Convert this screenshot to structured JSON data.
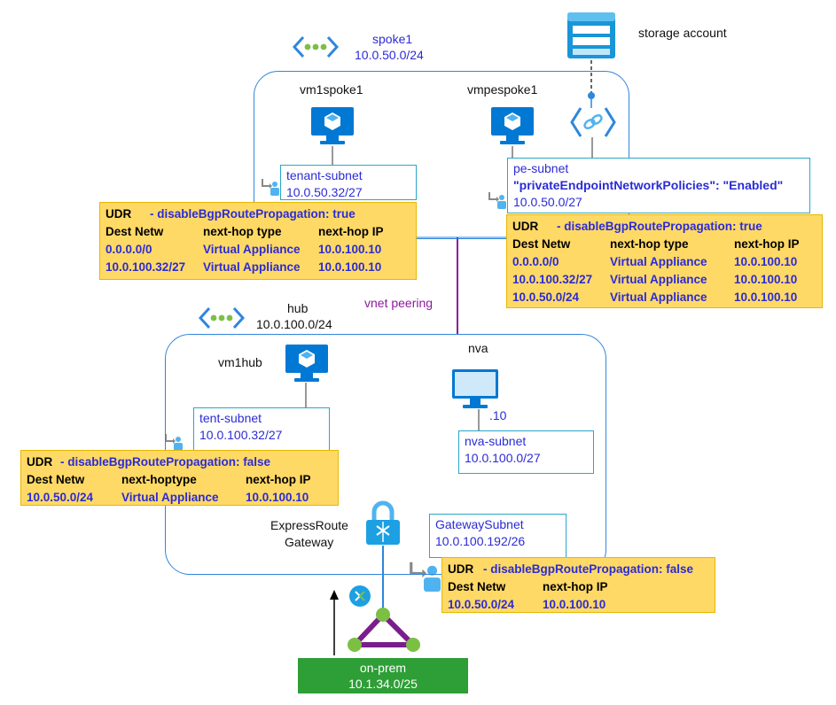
{
  "storage": {
    "label": "storage account"
  },
  "spoke1": {
    "name": "spoke1",
    "cidr": "10.0.50.0/24"
  },
  "hub": {
    "name": "hub",
    "cidr": "10.0.100.0/24"
  },
  "vms": {
    "vm1spoke1": "vm1spoke1",
    "vmpespoke1": "vmpespoke1",
    "vm1hub": "vm1hub",
    "nva": "nva",
    "nva_ip": ".10"
  },
  "subnets": {
    "tenant": {
      "name": "tenant-subnet",
      "cidr": "10.0.50.32/27"
    },
    "pe": {
      "name": "pe-subnet",
      "policy": "\"privateEndpointNetworkPolicies\": \"Enabled\"",
      "cidr": "10.0.50.0/27"
    },
    "tent": {
      "name": "tent-subnet",
      "cidr": "10.0.100.32/27"
    },
    "nva": {
      "name": "nva-subnet",
      "cidr": "10.0.100.0/27"
    },
    "gateway": {
      "name": "GatewaySubnet",
      "cidr": "10.0.100.192/26"
    }
  },
  "peering": {
    "label": "vnet peering"
  },
  "expressroute": {
    "line1": "ExpressRoute",
    "line2": "Gateway"
  },
  "onprem": {
    "name": "on-prem",
    "cidr": "10.1.34.0/25"
  },
  "udr_spoke_tenant": {
    "udr": "UDR",
    "prop": "- disableBgpRoutePropagation: true",
    "headers": [
      "Dest Netw",
      "next-hop type",
      "next-hop IP"
    ],
    "rows": [
      [
        "0.0.0.0/0",
        "Virtual Appliance",
        "10.0.100.10"
      ],
      [
        "10.0.100.32/27",
        "Virtual Appliance",
        "10.0.100.10"
      ]
    ]
  },
  "udr_spoke_pe": {
    "udr": "UDR",
    "prop": "- disableBgpRoutePropagation: true",
    "headers": [
      "Dest Netw",
      "next-hop type",
      "next-hop IP"
    ],
    "rows": [
      [
        "0.0.0.0/0",
        "Virtual Appliance",
        "10.0.100.10"
      ],
      [
        "10.0.100.32/27",
        "Virtual Appliance",
        "10.0.100.10"
      ],
      [
        "10.0.50.0/24",
        "Virtual Appliance",
        "10.0.100.10"
      ]
    ]
  },
  "udr_hub_tent": {
    "udr": "UDR",
    "prop": "- disableBgpRoutePropagation: false",
    "headers": [
      "Dest Netw",
      "next-hoptype",
      "next-hop IP"
    ],
    "rows": [
      [
        "10.0.50.0/24",
        "Virtual Appliance",
        "10.0.100.10"
      ]
    ]
  },
  "udr_gateway": {
    "udr": "UDR",
    "prop": "- disableBgpRoutePropagation: false",
    "headers": [
      "Dest Netw",
      "next-hop IP"
    ],
    "rows": [
      [
        "10.0.50.0/24",
        "10.0.100.10"
      ]
    ]
  },
  "colors": {
    "vnet_border": "#2e86de",
    "udr_bg": "#ffd966",
    "subnet_border": "#2aa7c9",
    "text_blue": "#2b2bd6",
    "peering_line": "#8e1a9e",
    "onprem_bg": "#2e9e36",
    "vm_blue": "#0078d4"
  },
  "icons": [
    "storage-icon",
    "vnet-icon",
    "vm-icon",
    "private-endpoint-icon",
    "route-table-icon",
    "expressroute-gateway-icon",
    "expressroute-circuit-icon",
    "onprem-triangle-icon"
  ]
}
